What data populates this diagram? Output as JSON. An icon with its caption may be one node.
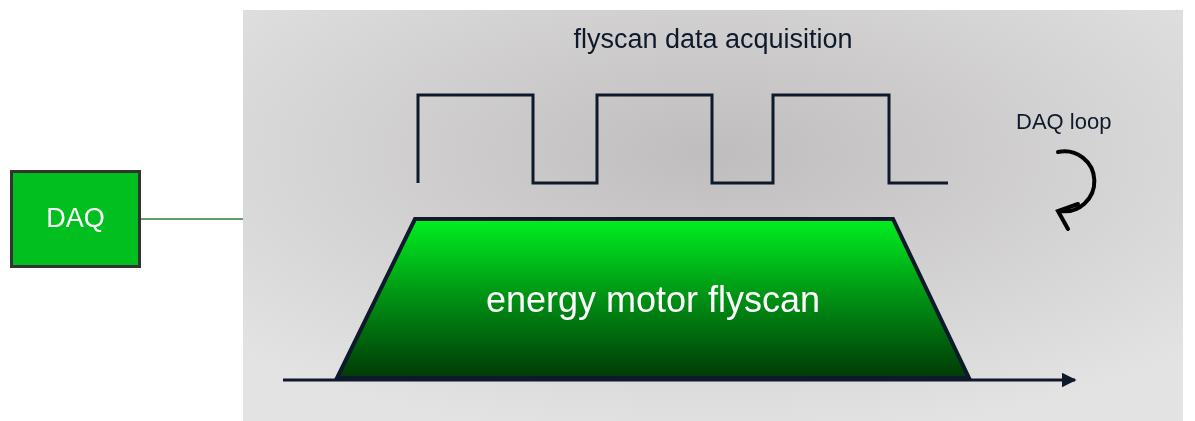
{
  "diagram": {
    "nodes": [
      {
        "text": [
          "DAQ"
        ]
      },
      {
        "text": [
          "flyscan data acquisition"
        ]
      },
      {
        "text": [
          "energy motor flyscan"
        ],
        "in": 1
      }
    ],
    "edges": [
      {
        "from": 0,
        "to": 1,
        "arrow": "none"
      }
    ],
    "labels": [
      "DAQ loop"
    ]
  }
}
